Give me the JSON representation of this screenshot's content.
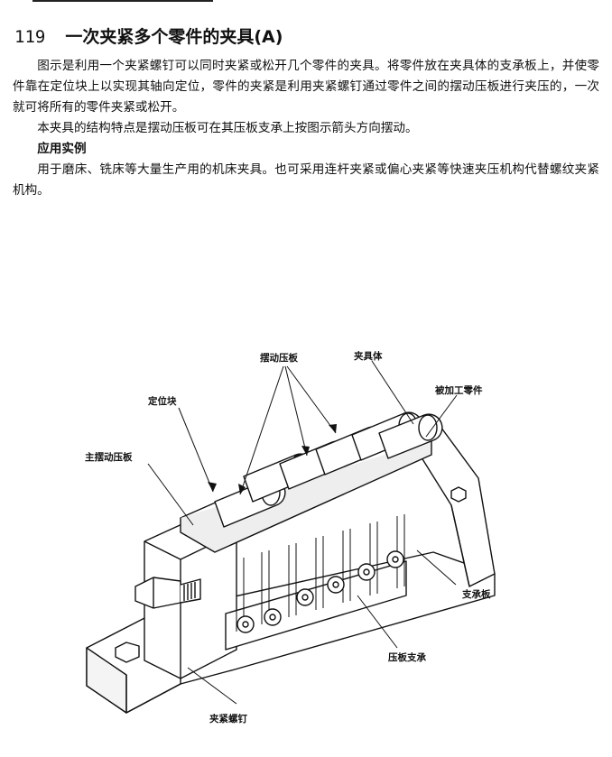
{
  "header": {
    "number": "119",
    "title": "一次夹紧多个零件的夹具(A)"
  },
  "body": {
    "p1": "图示是利用一个夹紧螺钉可以同时夹紧或松开几个零件的夹具。将零件放在夹具体的支承板上，并使零件靠在定位块上以实现其轴向定位，零件的夹紧是利用夹紧螺钉通过零件之间的摆动压板进行夹压的，一次就可将所有的零件夹紧或松开。",
    "p2": "本夹具的结构特点是摆动压板可在其压板支承上按图示箭头方向摆动。",
    "section_heading": "应用实例",
    "p3": "用于磨床、铣床等大量生产用的机床夹具。也可采用连杆夹紧或偏心夹紧等快速夹压机构代替螺纹夹紧机构。"
  },
  "figure": {
    "labels": {
      "swing_plate": "摆动压板",
      "fixture_body": "夹具体",
      "workpiece": "被加工零件",
      "locating_block": "定位块",
      "main_swing_plate": "主摆动压板",
      "support_plate": "支承板",
      "plate_support": "压板支承",
      "clamp_screw": "夹紧螺钉"
    }
  }
}
